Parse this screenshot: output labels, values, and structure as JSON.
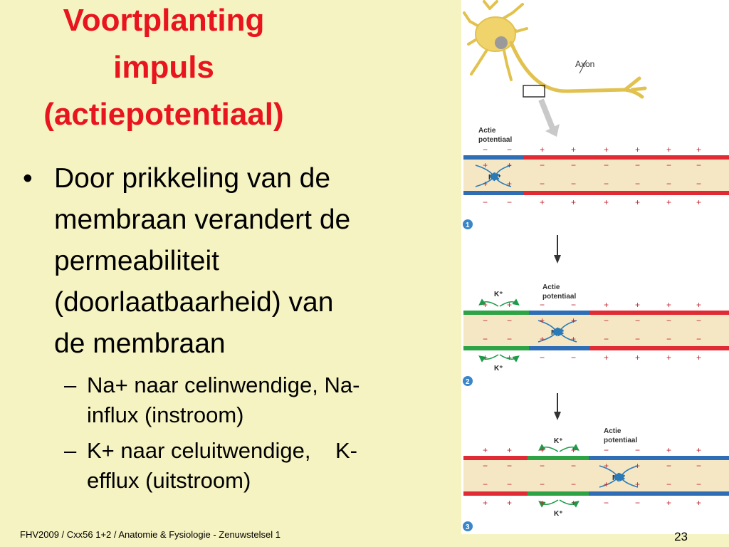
{
  "title": {
    "line1": "Voortplanting",
    "line2": "impuls",
    "line3": "(actiepotentiaal)"
  },
  "bullet1": {
    "marker": "•",
    "lines": [
      "Door prikkeling van de",
      "membraan verandert de",
      "permeabiliteit",
      "(doorlaatbaarheid) van",
      "de membraan"
    ]
  },
  "subbullets": [
    {
      "marker": "–",
      "line1": "Na+ naar celinwendige, Na-",
      "line2": "influx (instroom)"
    },
    {
      "marker": "–",
      "line1": "K+ naar celuitwendige,    K-",
      "line2": "efflux (uitstroom)"
    }
  ],
  "footer": "FHV2009 / Cxx56 1+2 / Anatomie & Fysiologie - Zenuwstelsel 1",
  "page_number": "23",
  "figure": {
    "axon_label": "Axon",
    "ap_label_line1": "Actie",
    "ap_label_line2": "potentiaal",
    "na_label": "Na⁺",
    "k_label": "K⁺",
    "step1": "1",
    "step2": "2",
    "step3": "3",
    "plus": "+",
    "minus": "−",
    "colors": {
      "depolarized": "#2f6db5",
      "resting": "#e02b35",
      "repolarizing": "#2ea345",
      "cytoplasm": "#f6e7c4",
      "neuron": "#f1d36b",
      "step_badge": "#3a86c8"
    }
  }
}
